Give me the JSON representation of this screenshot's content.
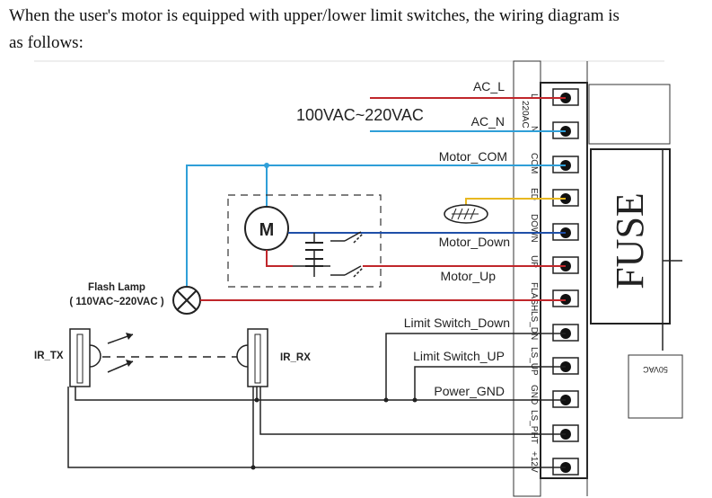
{
  "intro": {
    "line1": "When the user's motor is equipped with upper/lower limit switches, the wiring diagram is",
    "line2": "as follows:"
  },
  "labels": {
    "voltage": "100VAC~220VAC",
    "ac_l": "AC_L",
    "ac_n": "AC_N",
    "motor_com": "Motor_COM",
    "motor_down": "Motor_Down",
    "motor_up": "Motor_Up",
    "limit_down": "Limit Switch_Down",
    "limit_up": "Limit Switch_UP",
    "power_gnd": "Power_GND",
    "flash_lamp": "Flash Lamp",
    "flash_lamp_voltage": "( 110VAC~220VAC )",
    "ir_tx": "IR_TX",
    "ir_rx": "IR_RX",
    "motor": "M",
    "fuse": "FUSE",
    "board_side_text": "50VAC"
  },
  "terminal_labels": {
    "l": "L",
    "voltage_220": "220AC",
    "n": "N",
    "com": "COM",
    "ed": "ED",
    "down": "DOWN",
    "up": "UP",
    "flash": "FLASH",
    "ls_dn": "LS_DN",
    "ls_up": "LS_UP",
    "gnd": "GND",
    "ls_pht": "LS_PHT",
    "plus_12v": "+12V"
  },
  "colors": {
    "ac_l_wire": "#c0262b",
    "ac_n_wire": "#2f9fd8",
    "com_wire": "#2f9fd8",
    "ed_wire": "#e8b820",
    "down_wire": "#1f4fa8",
    "up_wire": "#c0262b",
    "signal_wire": "#222222"
  }
}
